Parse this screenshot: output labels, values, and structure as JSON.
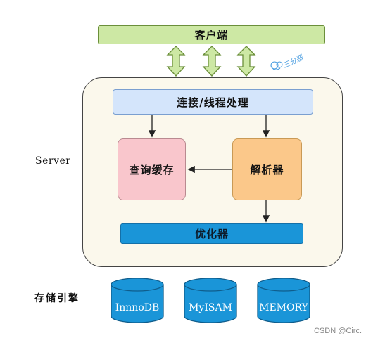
{
  "diagram": {
    "client": "客户端",
    "server_label": "Server",
    "connection": "连接/线程处理",
    "cache": "查询缓存",
    "parser": "解析器",
    "optimizer": "优化器",
    "engine_label": "存储引擎",
    "engines": [
      "InnnoDB",
      "MyISAM",
      "MEMORY"
    ],
    "brand_mark": "三分恶",
    "watermark": "CSDN @Circ."
  },
  "colors": {
    "client_fill": "#cde8a4",
    "connection_fill": "#d4e5fb",
    "cache_fill": "#f9c6cc",
    "parser_fill": "#fbc88a",
    "optimizer_fill": "#1a95d8",
    "engine_fill": "#1a95d8",
    "server_fill": "#fbf8ec",
    "arrow_fill": "#cde8a4"
  }
}
